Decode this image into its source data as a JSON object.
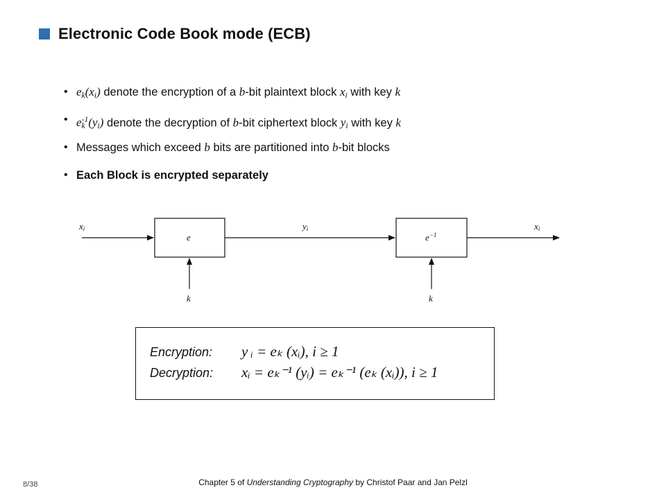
{
  "title": "Electronic Code Book mode (ECB)",
  "bullets": [
    {
      "math_lead": "e",
      "sub1": "k",
      "sup1": "",
      "math_mid": "(x",
      "sub2": "i",
      "math_end": ")",
      "text_a": " denote the encryption of a ",
      "var_b": "b",
      "text_b": "-bit plaintext block ",
      "var_x": "x",
      "var_x_sub": "i",
      "text_c": " with key ",
      "var_k": "k"
    },
    {
      "math_lead": "e",
      "sub1": "k",
      "sup1": "-1",
      "math_mid": "(y",
      "sub2": "i",
      "math_end": ")",
      "text_a": " denote the decryption of ",
      "var_b": "b",
      "text_b": "-bit ciphertext block ",
      "var_x": "y",
      "var_x_sub": "i",
      "text_c": " with key ",
      "var_k": "k"
    },
    {
      "text_a": "Messages which exceed ",
      "var_b": "b",
      "text_b": " bits are partitioned into ",
      "var_b2": "b",
      "text_c": "-bit blocks"
    },
    {
      "text": "Each Block is encrypted separately"
    }
  ],
  "diagram": {
    "input_label": "x",
    "input_sub": "i",
    "encrypt_label": "e",
    "middle_label": "y",
    "middle_sub": "i",
    "decrypt_label": "e",
    "decrypt_sup": "−1",
    "output_label": "x",
    "output_sub": "i",
    "key_label_left": "k",
    "key_label_right": "k"
  },
  "formulas": {
    "encryption_label": "Encryption:",
    "encryption_expr": "y ᵢ = eₖ (xᵢ),  i ≥ 1",
    "decryption_label": "Decryption:",
    "decryption_expr": "xᵢ = eₖ⁻¹ (yᵢ) = eₖ⁻¹ (eₖ (xᵢ)),  i ≥ 1"
  },
  "footer": {
    "prefix": "Chapter 5 of ",
    "book": "Understanding Cryptography",
    "suffix": "  by Christof Paar and Jan Pelzl"
  },
  "page_number": "8/38",
  "colors": {
    "accent": "#2f6fb0"
  }
}
